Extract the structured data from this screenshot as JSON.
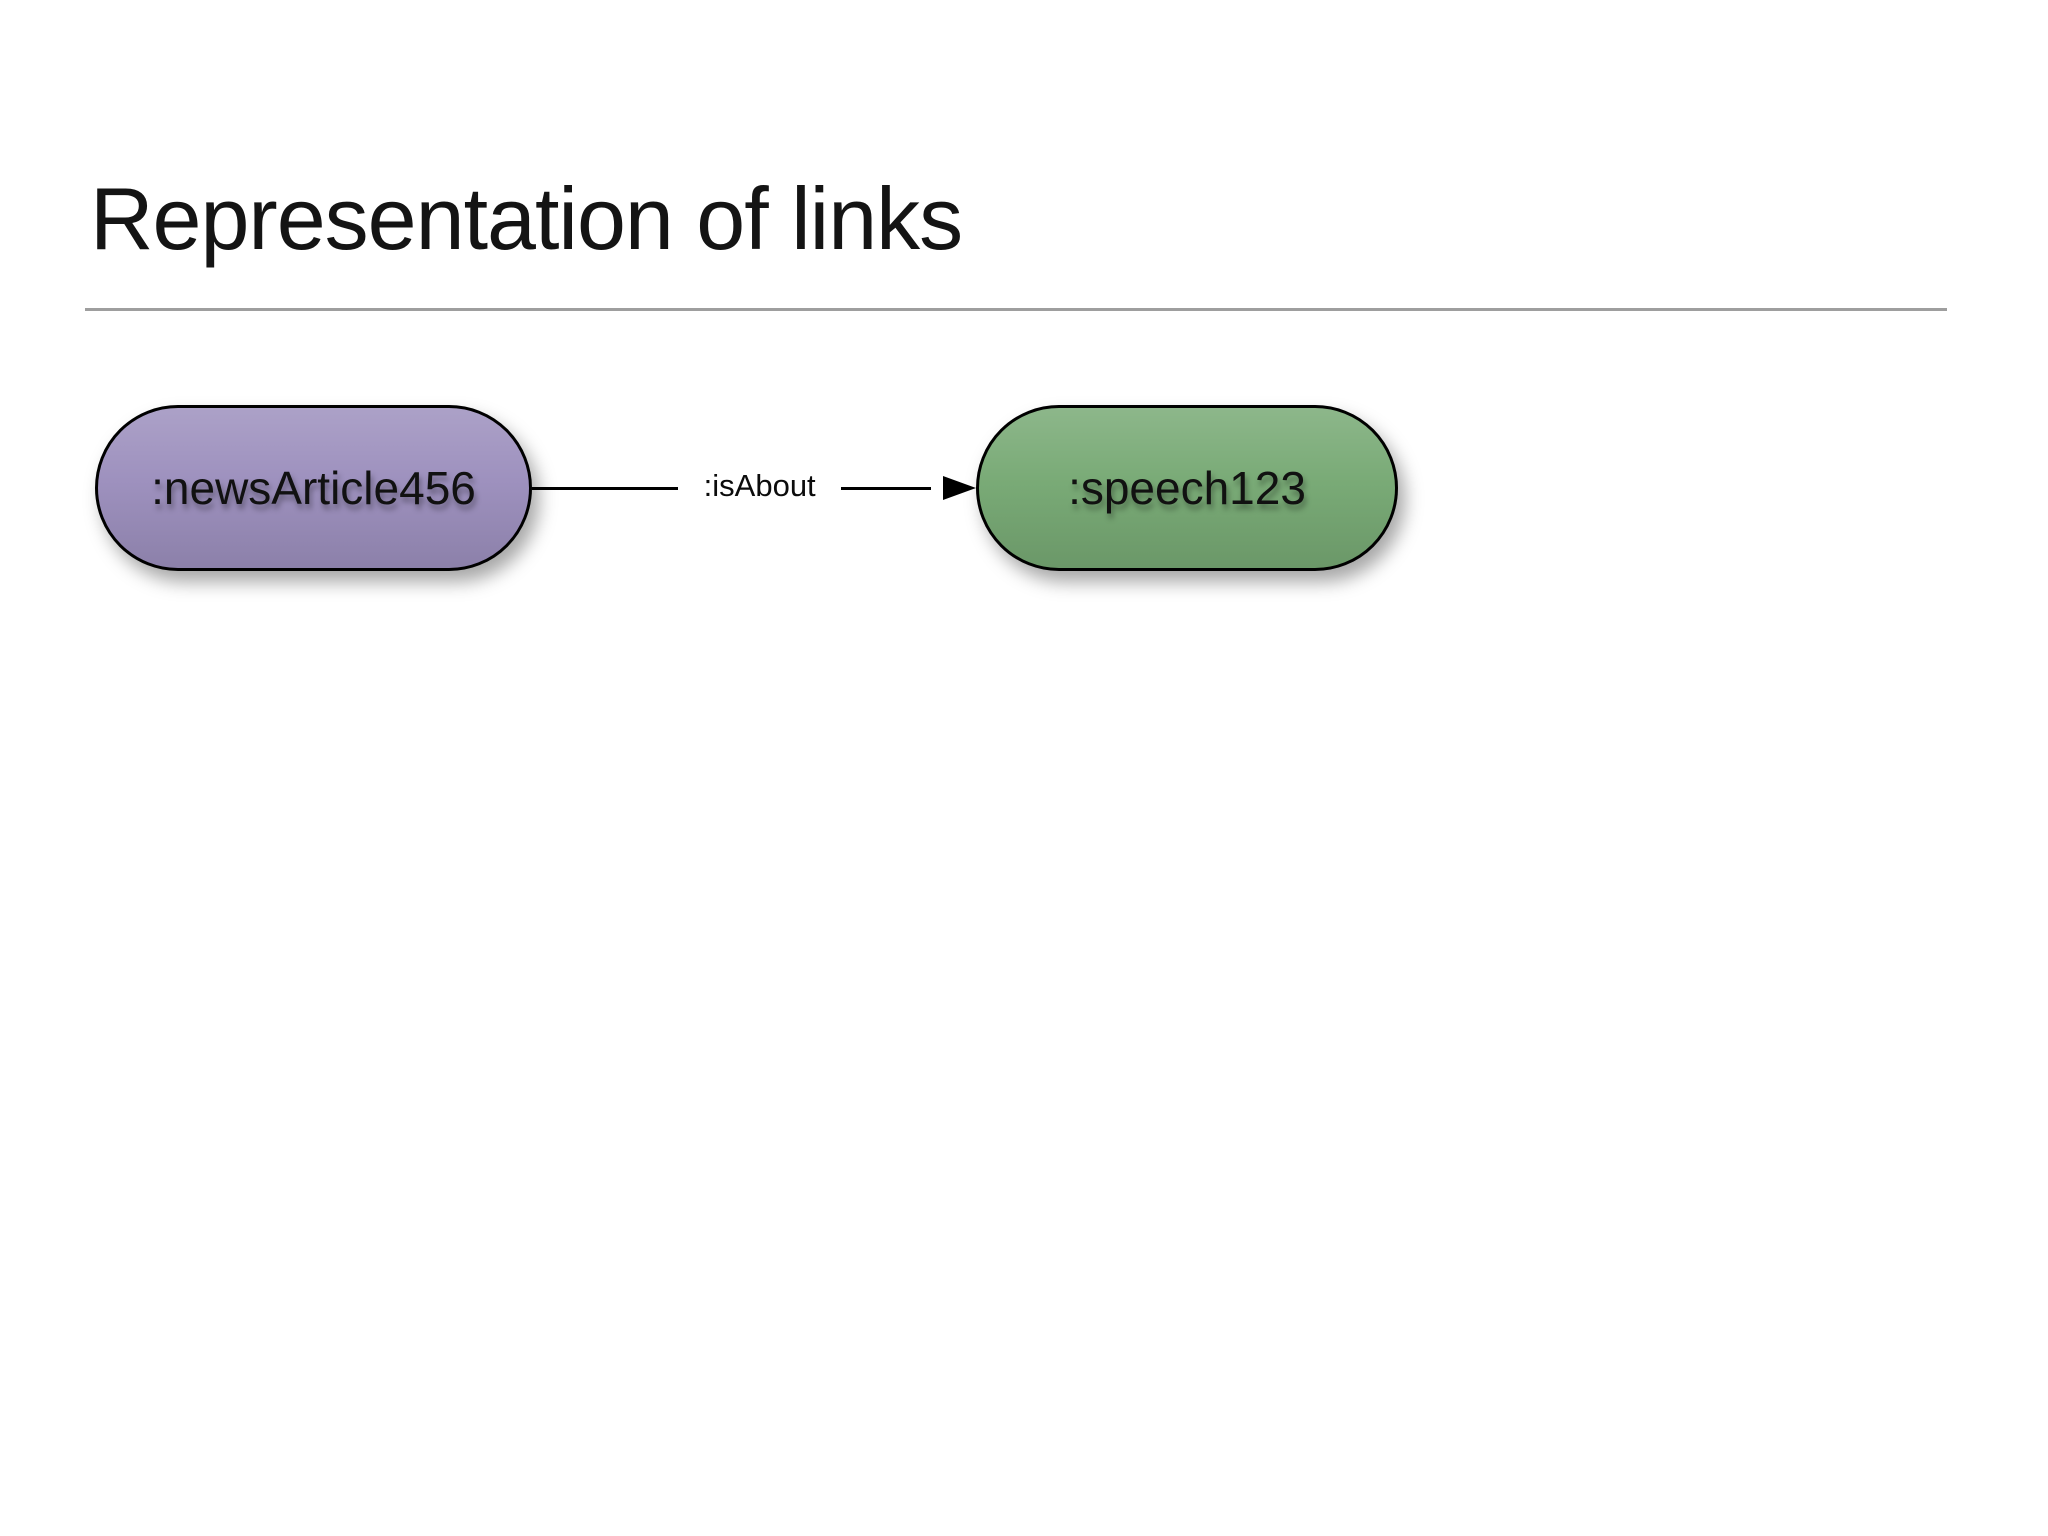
{
  "slide": {
    "title": "Representation of links",
    "background": "#ffffff"
  },
  "diagram": {
    "nodes": [
      {
        "label": ":newsArticle456",
        "fill": "#9c8fbd"
      },
      {
        "label": ":speech123",
        "fill": "#77a974"
      }
    ],
    "edge": {
      "label": ":isAbout",
      "from": ":newsArticle456",
      "to": ":speech123"
    }
  },
  "colors": {
    "node_border": "#000000",
    "edge_line": "#000000",
    "divider": "#9e9e9e",
    "title_text": "#141414",
    "node_text": "#111111"
  }
}
